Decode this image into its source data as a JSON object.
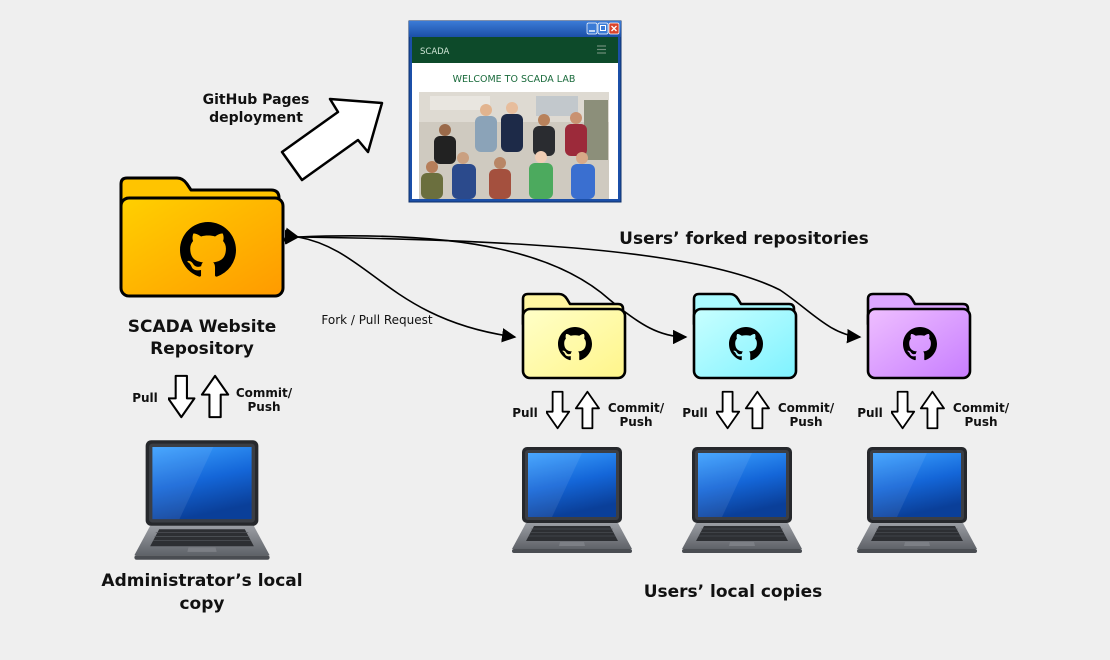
{
  "labels": {
    "deploy_line1": "GitHub Pages",
    "deploy_line2": "deployment",
    "forked_repos": "Users’ forked repositories",
    "main_repo_line1": "SCADA Website",
    "main_repo_line2": "Repository",
    "fork_pr": "Fork / Pull Request",
    "pull": "Pull",
    "commit_push_line1": "Commit/",
    "commit_push_line2": "Push",
    "admin_line1": "Administrator’s local",
    "admin_line2": "copy",
    "users_local": "Users’ local copies"
  },
  "website": {
    "logo": "SCADA",
    "welcome": "WELCOME TO SCADA LAB"
  },
  "colors": {
    "main_folder": "#ffb000",
    "fork_yellow": "#ffffb0",
    "fork_cyan": "#aaffff",
    "fork_purple": "#dd99ff",
    "site_header": "#0d4a2a",
    "site_title": "#1a6b3c"
  }
}
